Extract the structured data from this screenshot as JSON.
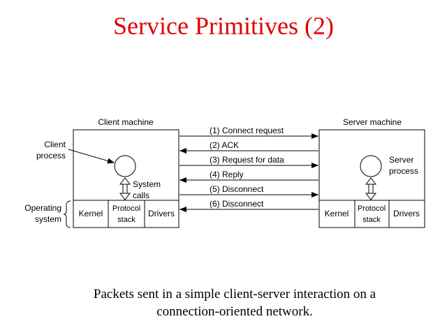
{
  "slide": {
    "title": "Service Primitives (2)",
    "caption_line1": "Packets sent in a simple client-server interaction on a",
    "caption_line2": "connection-oriented network."
  },
  "diagram": {
    "client": {
      "heading": "Client machine",
      "process_label_line1": "Client",
      "process_label_line2": "process",
      "syscalls_line1": "System",
      "syscalls_line2": "calls",
      "os_label_line1": "Operating",
      "os_label_line2": "system",
      "layers": {
        "kernel": "Kernel",
        "protocol_line1": "Protocol",
        "protocol_line2": "stack",
        "drivers": "Drivers"
      }
    },
    "server": {
      "heading": "Server machine",
      "process_label_line1": "Server",
      "process_label_line2": "process",
      "layers": {
        "kernel": "Kernel",
        "protocol_line1": "Protocol",
        "protocol_line2": "stack",
        "drivers": "Drivers"
      }
    },
    "messages": [
      {
        "label": "(1) Connect request",
        "direction": "to-server"
      },
      {
        "label": "(2) ACK",
        "direction": "to-client"
      },
      {
        "label": "(3) Request for data",
        "direction": "to-server"
      },
      {
        "label": "(4) Reply",
        "direction": "to-client"
      },
      {
        "label": "(5) Disconnect",
        "direction": "to-server"
      },
      {
        "label": "(6) Disconnect",
        "direction": "to-client"
      }
    ]
  }
}
